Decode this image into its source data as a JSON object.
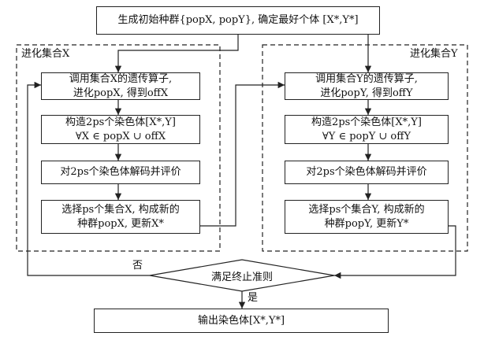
{
  "top": {
    "text": "生成初始种群{popX, popY}, 确定最好个体 [X*,Y*]"
  },
  "regionX": {
    "label": "进化集合X",
    "b1": [
      "调用集合X的遗传算子,",
      "进化popX, 得到offX"
    ],
    "b2": [
      "构造2ps个染色体[X*,Y]",
      "∀X ∈ popX ∪ offX"
    ],
    "b3": [
      "对2ps个染色体解码并评价"
    ],
    "b4": [
      "选择ps个集合X, 构成新的",
      "种群popX, 更新X*"
    ]
  },
  "regionY": {
    "label": "进化集合Y",
    "b1": [
      "调用集合Y的遗传算子,",
      "进化popY, 得到offY"
    ],
    "b2": [
      "构造2ps个染色体[X*,Y]",
      "∀Y ∈ popY ∪ offY"
    ],
    "b3": [
      "对2ps个染色体解码并评价"
    ],
    "b4": [
      "选择ps个集合Y, 构成新的",
      "种群popY, 更新Y*"
    ]
  },
  "decision": {
    "text": "满足终止准则",
    "no_label": "否",
    "yes_label": "是"
  },
  "output": {
    "text": "输出染色体[X*,Y*]"
  }
}
